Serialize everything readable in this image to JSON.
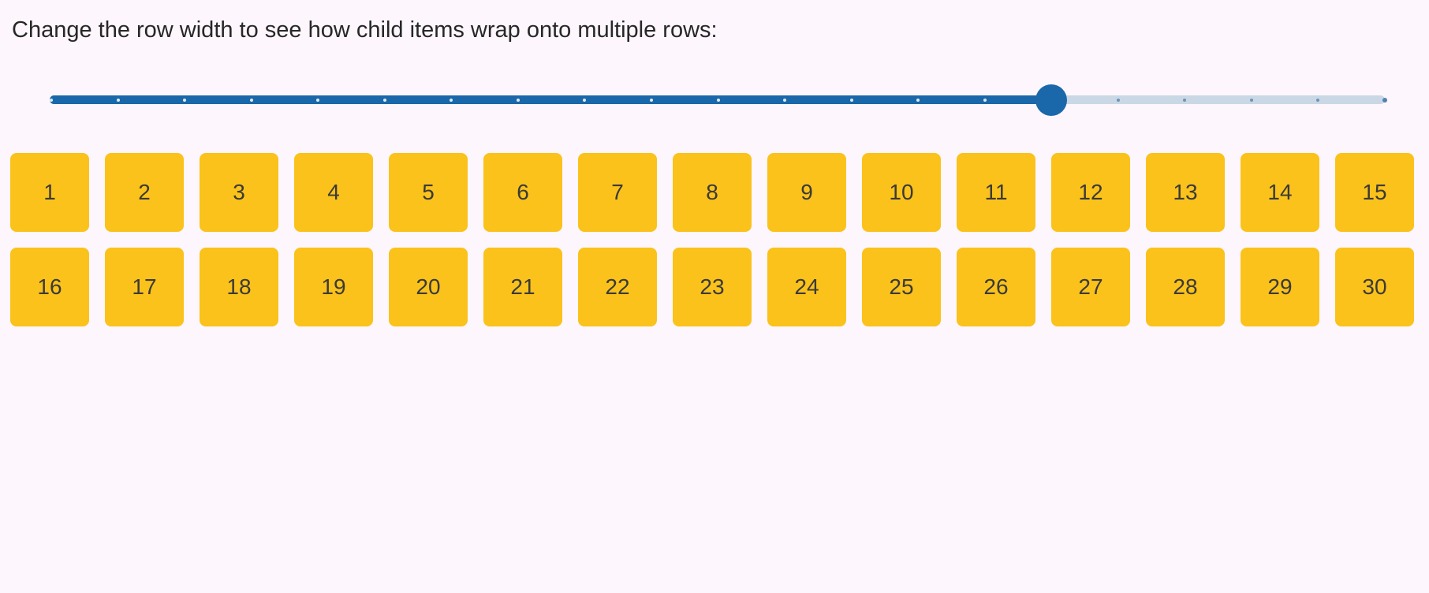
{
  "page": {
    "background": "#FDF6FD"
  },
  "instruction": "Change the row width to see how child items wrap onto multiple rows:",
  "slider": {
    "label": "row-width",
    "min": 0,
    "max": 20,
    "value": 15,
    "fill_percent": 75,
    "tick_count": 21,
    "colors": {
      "fill": "#1A68AA",
      "rest": "#CAD8E6",
      "tick_on_fill": "#DCE9F3",
      "tick_on_rest": "#6E94B6",
      "tick_end": "#4F82AE"
    }
  },
  "tiles": {
    "per_row": 15,
    "items": [
      "1",
      "2",
      "3",
      "4",
      "5",
      "6",
      "7",
      "8",
      "9",
      "10",
      "11",
      "12",
      "13",
      "14",
      "15",
      "16",
      "17",
      "18",
      "19",
      "20",
      "21",
      "22",
      "23",
      "24",
      "25",
      "26",
      "27",
      "28",
      "29",
      "30"
    ],
    "colors": {
      "background": "#FAC21B",
      "text": "#3B3A37"
    }
  }
}
